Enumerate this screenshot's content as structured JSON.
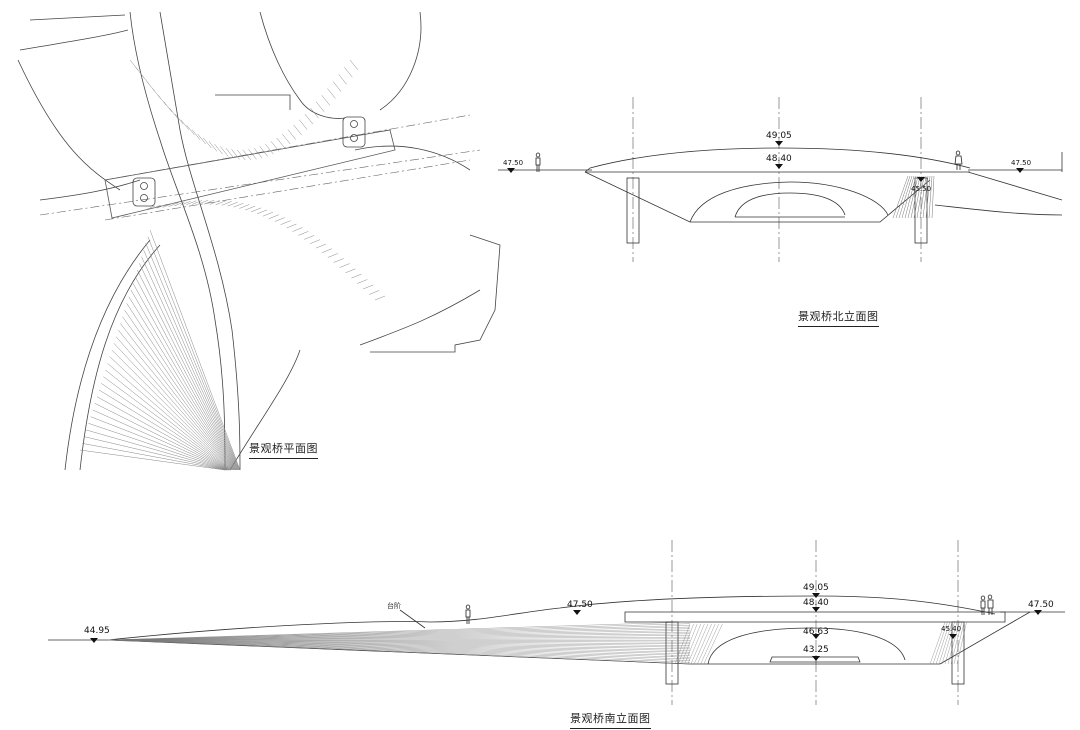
{
  "captions": {
    "plan": "景观桥平面图",
    "north": "景观桥北立面图",
    "south": "景观桥南立面图"
  },
  "north_elevation": {
    "left_level": "47.50",
    "top_level": "49.05",
    "deck_level": "48.40",
    "right_level": "47.50",
    "stair_level": "45.50"
  },
  "south_elevation": {
    "far_left_level": "44.95",
    "step_note": "台阶",
    "mid_level": "47.50",
    "top_level": "49.05",
    "deck_level": "48.40",
    "arch_level": "46.63",
    "bottom_level": "43.25",
    "right_level": "47.50",
    "stair_level": "45.40"
  },
  "colors": {
    "line": "#333333",
    "hatch": "#9a9a9a",
    "background": "#ffffff"
  }
}
